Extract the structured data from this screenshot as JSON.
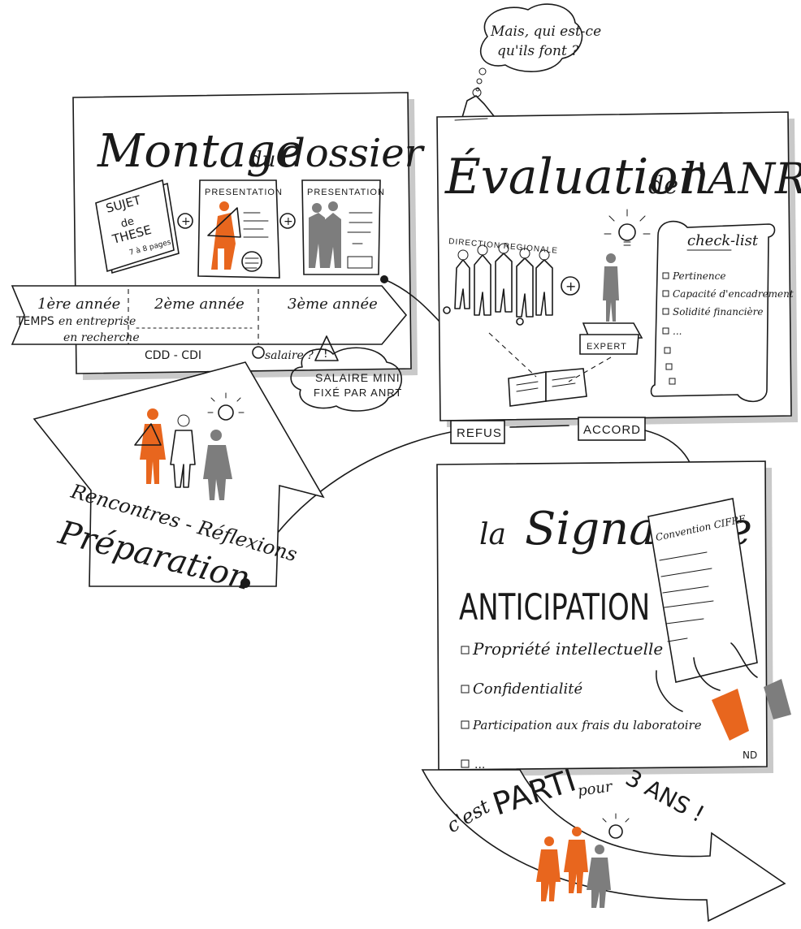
{
  "thought_bubble": {
    "line1": "Mais, qui est-ce",
    "line2": "qu'ils font ?"
  },
  "montage": {
    "title_main": "Montage",
    "title_du": "du",
    "title_end": "dossier",
    "sujet": [
      "SUJET",
      "de",
      "THESE",
      "7 à 8 pages"
    ],
    "presentation1": "PRESENTATION",
    "presentation2": "PRESENTATION",
    "plus": "+"
  },
  "timeline": {
    "year1": "1ère année",
    "year2": "2ème année",
    "year3": "3ème année",
    "temps": "TEMPS",
    "entreprise": "en entreprise",
    "recherche": "en recherche",
    "cdd": "CDD - CDI",
    "salaire": "salaire ?"
  },
  "salaire_cloud": {
    "line1": "SALAIRE MINI",
    "line2": "FIXÉ PAR ANRT",
    "warning": "!"
  },
  "evaluation": {
    "title_main": "Évaluation",
    "title_de": "de",
    "title_end": "l'ANRT",
    "direction": "DIRECTION REGIONALE",
    "plus": "+",
    "expert": "EXPERT",
    "checklist_title": "check-list",
    "checklist": [
      "Pertinence",
      "Capacité d'encadrement",
      "Solidité financière",
      "...",
      "",
      "",
      ""
    ]
  },
  "decisions": {
    "refus": "REFUS",
    "accord": "ACCORD"
  },
  "preparation": {
    "line1": "Rencontres - Réflexions",
    "line2": "Préparation"
  },
  "signature": {
    "title_la": "la",
    "title_main": "Signature",
    "convention": "Convention CIFRE",
    "anticipation": "ANTICIPATION",
    "items": [
      "Propriété intellectuelle",
      "Confidentialité",
      "Participation aux frais du laboratoire",
      "..."
    ],
    "initials": "ND"
  },
  "parti": {
    "text1": "c'est",
    "text2": "PARTI",
    "text3": "pour",
    "text4": "3 ANS !"
  },
  "colors": {
    "accent": "#e8661e",
    "grey": "#7d7d7d",
    "ink": "#1a1a1a"
  }
}
